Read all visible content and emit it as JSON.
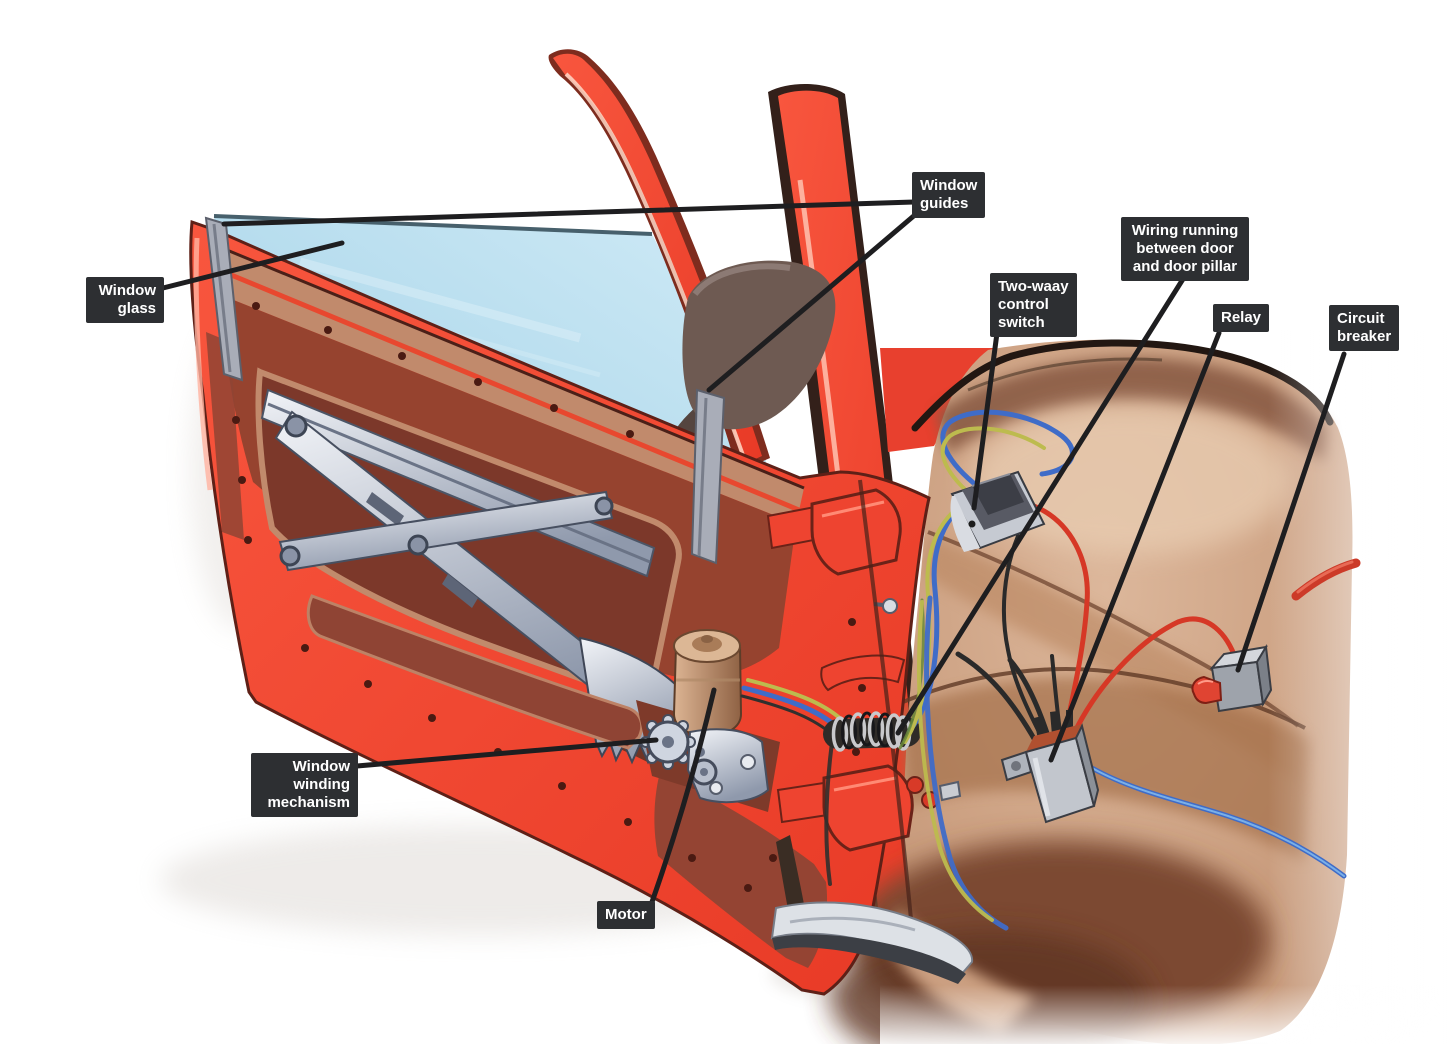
{
  "page": {
    "background": "#ffffff",
    "type": "technical cutaway illustration",
    "subject": "Car electric window system: door with winding mechanism, motor and wiring to switch, relay and circuit breaker"
  },
  "colors": {
    "door_red_light": "#f8563e",
    "door_red": "#e83a26",
    "door_outline": "#5e2017",
    "panel_salmon": "#c18a6c",
    "panel_maroon": "#96432f",
    "panel_opening": "#7c382a",
    "trim_red": "#e8482f",
    "glass_blue_light": "#cfeaf6",
    "glass_blue": "#9fd0e6",
    "metal_light": "#f2f4f8",
    "metal_dark": "#8f99ac",
    "motor_tan_light": "#dcb493",
    "motor_tan_dark": "#8f6244",
    "body_tan_light": "#dcb79b",
    "body_tan": "#c08f6e",
    "body_brown": "#7c4a30",
    "rim_dark": "#221712",
    "mirror_gray": "#6e5a52",
    "sill_gray": "#dde1e6",
    "label_bg": "#2d2f32",
    "label_text": "#ffffff",
    "leader_line": "#1e1e20",
    "wire_blue": "#3f6cc8",
    "wire_blue_light": "#7ab0e8",
    "wire_yellow": "#bdbb4e",
    "wire_green": "#6a8a3a",
    "wire_red": "#d63826",
    "wire_black": "#2a2a2a"
  },
  "labels": {
    "window_guides": {
      "text": "Window\nguides"
    },
    "window_glass": {
      "text": "Window\nglass"
    },
    "wiring_door_pillar": {
      "text": "Wiring running\nbetween door\nand door pillar"
    },
    "two_way_control_switch": {
      "text": "Two-waay\ncontrol\nswitch"
    },
    "relay": {
      "text": "Relay"
    },
    "circuit_breaker": {
      "text": "Circuit\nbreaker"
    },
    "window_winding_mechanism": {
      "text": "Window\nwinding\nmechanism"
    },
    "motor": {
      "text": "Motor"
    }
  }
}
